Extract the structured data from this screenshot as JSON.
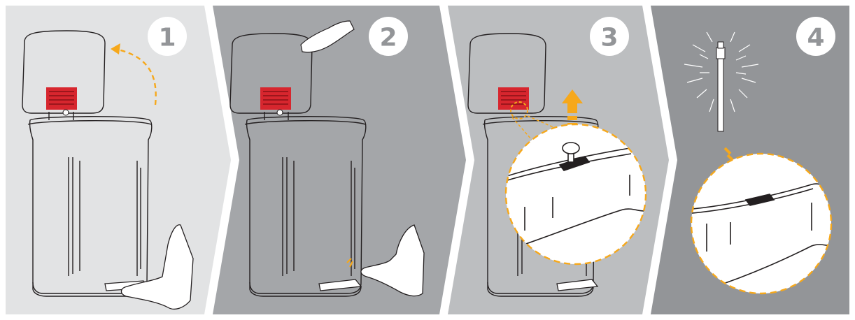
{
  "steps": [
    {
      "number": "1",
      "action": "open-lid-with-foot-pedal"
    },
    {
      "number": "2",
      "action": "hold-lid-down-and-release-pedal"
    },
    {
      "number": "3",
      "action": "lid-pin-lifts"
    },
    {
      "number": "4",
      "action": "push-pin-down-to-lock"
    }
  ],
  "colors": {
    "panel_1": "#e2e3e4",
    "panel_2": "#a4a6a9",
    "panel_3": "#bcbec0",
    "panel_4": "#939598",
    "badge": "#ffffff",
    "number": "#939598",
    "accent_arrow": "#f6a81b",
    "filter_red": "#d7262e",
    "outline": "#231f20"
  },
  "icons": [
    "curved-arrow-icon",
    "hand-icon",
    "foot-icon",
    "up-arrow-icon",
    "down-arrow-icon",
    "burst-icon"
  ]
}
